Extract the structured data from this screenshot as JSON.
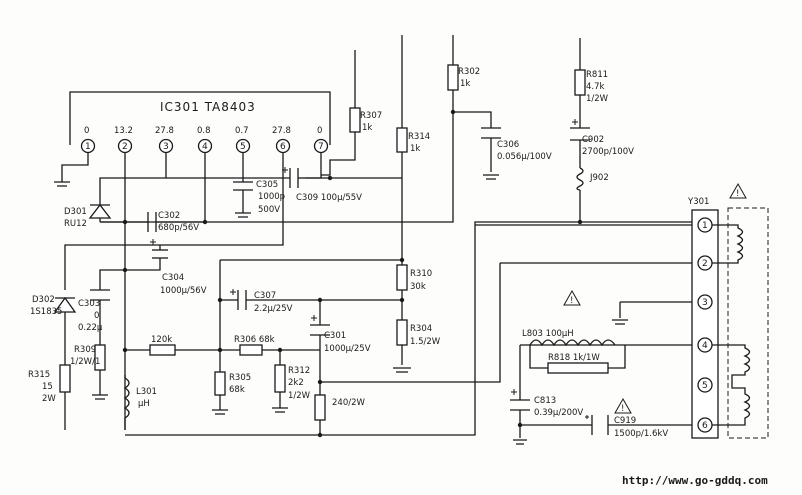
{
  "ic": {
    "title": "IC301 TA8403",
    "pins": [
      "1",
      "2",
      "3",
      "4",
      "5",
      "6",
      "7"
    ],
    "voltages": [
      "0",
      "13.2",
      "27.8",
      "0.8",
      "0.7",
      "27.8",
      "0"
    ]
  },
  "labels": {
    "r307_name": "R307",
    "r307_val": "1k",
    "r302_name": "R302",
    "r302_val": "1k",
    "r314_name": "R314",
    "r314_val": "1k",
    "r811_name": "R811",
    "r811_val": "4.7k",
    "r811_pw": "1/2W",
    "c306_name": "C306",
    "c306_val": "0.056μ/100V",
    "c902_name": "C902",
    "c902_val": "2700p/100V",
    "j902_name": "J902",
    "c305_name": "C305",
    "c305_val": "1000p",
    "c305_v": "500V",
    "c309_label": "C309 100μ/55V",
    "d301_name": "D301",
    "d301_val": "RU12",
    "c302_name": "C302",
    "c302_val": "680p/56V",
    "c304_name": "C304",
    "c304_val": "1000μ/56V",
    "d302_name": "D302",
    "d302_val": "1S1835",
    "c303_name": "C303",
    "c303_v": "0",
    "c303_val": "0.22μ",
    "c307_name": "C307",
    "c307_val": "2.2μ/25V",
    "c301_name": "C301",
    "c301_val": "1000μ/25V",
    "r310_name": "R310",
    "r310_val": "30k",
    "r304_name": "R304",
    "r304_val": "1.5/2W",
    "r309_name": "R309",
    "r309_val": "1/2W/1",
    "r120k": "120k",
    "r306_label": "R306 68k",
    "r305_name": "R305",
    "r305_val": "68k",
    "r312_name": "R312",
    "r312_val": "2k2",
    "r312_pw": "1/2W",
    "r315_name": "R315",
    "r315_val": "15",
    "r315_pw": "2W",
    "l301_name": "L301",
    "l301_val": "μH",
    "r240": "240/2W",
    "l803_label": "L803 100μH",
    "r818_label": "R818 1k/1W",
    "c813_name": "C813",
    "c813_val": "0.39μ/200V",
    "c919_name": "C919",
    "c919_val": "1500p/1.6kV",
    "y301_name": "Y301",
    "y301_pins": [
      "1",
      "2",
      "3",
      "4",
      "5",
      "6"
    ],
    "warning_symbol": "!",
    "url": "http://www.go-gddq.com"
  }
}
